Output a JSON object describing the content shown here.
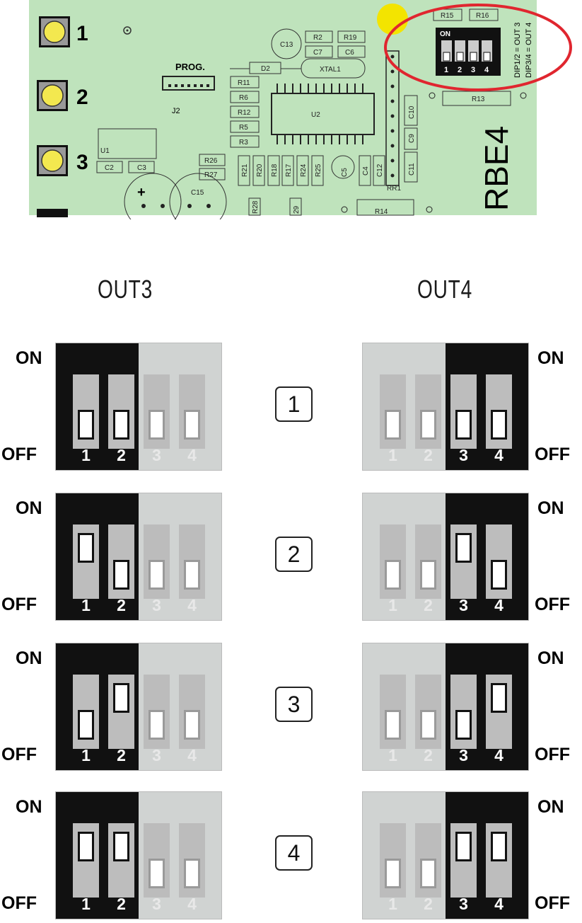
{
  "board": {
    "buttons": [
      "1",
      "2",
      "3"
    ],
    "prog_label": "PROG.",
    "j2_label": "J2",
    "board_name": "RBE4",
    "dip_note_1": "DIP1/2 = OUT 3",
    "dip_note_2": "DIP3/4 = OUT 4",
    "mini_dip": {
      "on_label": "ON",
      "numbers": [
        "1",
        "2",
        "3",
        "4"
      ]
    },
    "components": {
      "r15": "R15",
      "r16": "R16",
      "c13": "C13",
      "r2": "R2",
      "r19": "R19",
      "c7": "C7",
      "c6": "C6",
      "d2": "D2",
      "xtal1": "XTAL1",
      "r11": "R11",
      "r6": "R6",
      "r12": "R12",
      "r5": "R5",
      "r3": "R3",
      "u2": "U2",
      "r13": "R13",
      "c10": "C10",
      "c9": "C9",
      "c11": "C11",
      "u1": "U1",
      "c2": "C2",
      "c3": "C3",
      "r26": "R26",
      "r27": "R27",
      "c15": "C15",
      "r21": "R21",
      "r20": "R20",
      "r18": "R18",
      "r17": "R17",
      "r24": "R24",
      "r25": "R25",
      "c5": "C5",
      "c4": "C4",
      "c12": "C12",
      "rr1": "RR1",
      "r14": "R14",
      "r28": "R28",
      "r29": "29"
    },
    "colors": {
      "board": "#bfe3bc",
      "button": "#f3e84f",
      "led": "#f3e400",
      "highlight": "#e0262f"
    }
  },
  "headers": {
    "out3": "OUT3",
    "out4": "OUT4"
  },
  "switch_labels": {
    "on": "ON",
    "off": "OFF",
    "numbers": [
      "1",
      "2",
      "3",
      "4"
    ]
  },
  "settings": [
    {
      "badge": "1",
      "out3": [
        "off",
        "off"
      ],
      "out4": [
        "off",
        "off"
      ]
    },
    {
      "badge": "2",
      "out3": [
        "on",
        "off"
      ],
      "out4": [
        "on",
        "off"
      ]
    },
    {
      "badge": "3",
      "out3": [
        "off",
        "on"
      ],
      "out4": [
        "off",
        "on"
      ]
    },
    {
      "badge": "4",
      "out3": [
        "on",
        "on"
      ],
      "out4": [
        "on",
        "on"
      ]
    }
  ]
}
